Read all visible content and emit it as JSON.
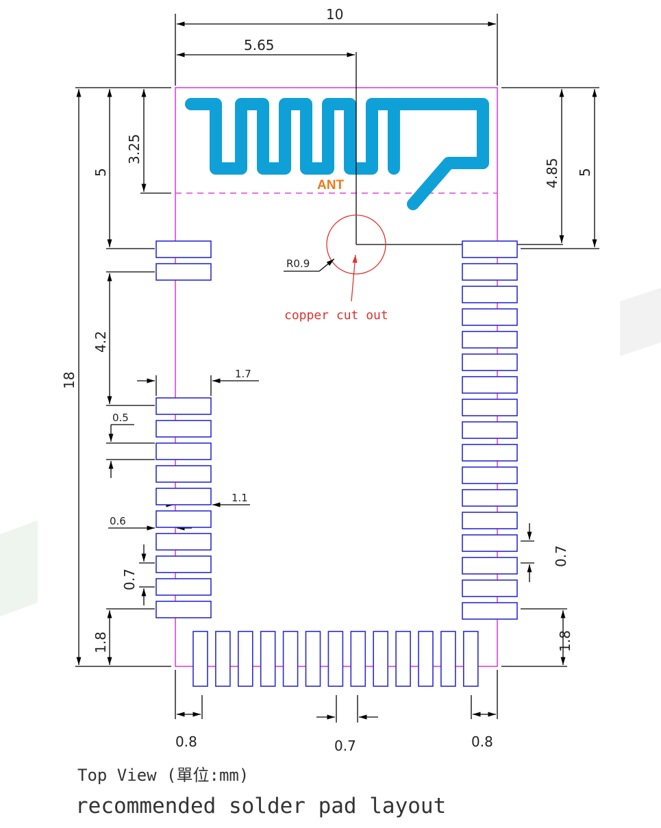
{
  "dimensions": {
    "width_total": "10",
    "ant_center_x": "5.65",
    "left_ant_height": "3.25",
    "left_top_to_pad": "5",
    "right_ant_height": "4.85",
    "right_top_to_pad": "5",
    "total_height": "18",
    "left_gap": "4.2",
    "pad_length": "1.7",
    "pad_width": "0.5",
    "pad_inner": "1.1",
    "pad_outer_offset": "0.6",
    "left_pitch": "0.7",
    "left_bottom": "1.8",
    "right_pitch": "0.7",
    "right_bottom": "1.8",
    "bottom_left": "0.8",
    "bottom_pitch": "0.7",
    "bottom_right": "0.8"
  },
  "labels": {
    "ant": "ANT",
    "radius": "R0.9",
    "copper_cut": "copper cut out",
    "top_view": "Top View (單位:mm)",
    "recommended": "recommended solder pad layout"
  },
  "colors": {
    "outline": "#e040e0",
    "pad": "#2a2ad0",
    "antenna": "#10a0d8",
    "ant_label": "#f07818",
    "cutout": "#e03030"
  },
  "pads": {
    "left_top_count": 2,
    "left_bottom_count": 10,
    "right_count": 17,
    "bottom_count": 13
  }
}
